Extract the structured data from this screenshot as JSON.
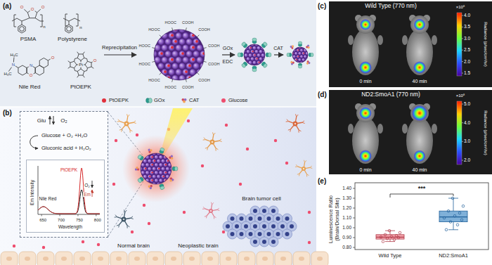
{
  "diagram": {
    "nodes": [
      {
        "text": [
          "(a)"
        ]
      },
      {
        "text": [
          "(b)"
        ]
      },
      {
        "text": [
          "Glu",
          "O₂",
          "Glucose + O₂ +H₂O",
          "Gluconic acid + H₂O₂"
        ],
        "in": 1
      },
      {
        "text": [
          "PtOEPK",
          "Nile Red",
          "O₂",
          "Em",
          "Em Intensity",
          "650",
          "700",
          "750",
          "800",
          "Wavelength"
        ],
        "in": 2
      },
      {
        "text": [
          "Wild Type (770 nm)"
        ]
      },
      {
        "text": [
          "ND2:SmoA1 (770 nm)"
        ]
      }
    ],
    "labels": [
      "(c)",
      "(d)",
      "(e)",
      "PSMA",
      "Polystyrene",
      "Nile Red",
      "PtOEPK",
      "Reprecipitation",
      "GOx",
      "EDC",
      "CAT",
      "O",
      "O",
      "O",
      "n",
      "n",
      "H₃C",
      "N",
      "H₃C",
      "N",
      "O",
      "O",
      "Pt",
      "O",
      "COOH",
      "COOH",
      "COOH",
      "COOH",
      "COOH",
      "COOH",
      "HOOC",
      "HOOC",
      "HOOC",
      "HOOC",
      "HOOC",
      "HOOC",
      "Normal brain",
      "Neoplastic brain",
      "Brain tumor cell",
      "0 min",
      "40 min",
      "×10⁸",
      "4.0",
      "3.5",
      "3.0",
      "2.5",
      "2.0",
      "1.5",
      "Radiance (p/sec/cm²/sr)",
      "0 min",
      "40 min",
      "×10⁸",
      "5.0",
      "4.0",
      "3.0",
      "2.0",
      "Radiance (p/sec/cm²/sr)",
      "Luminescence Ratio (Brain/Dorsal Site)",
      "1.40",
      "1.30",
      "1.20",
      "1.10",
      "1.00",
      "0.90",
      "0.80",
      "Wild Type",
      "ND2:SmoA1",
      "***"
    ],
    "legend": [
      {
        "text": "PtOEPK",
        "color": "#e0303c"
      },
      {
        "text": "GOx"
      },
      {
        "text": "CAT"
      },
      {
        "text": "Glucose",
        "color": "#ee4d6e"
      }
    ]
  }
}
